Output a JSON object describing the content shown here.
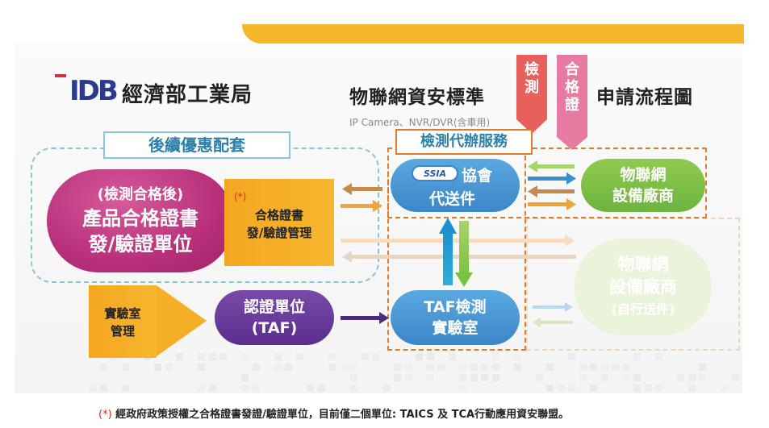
{
  "header": {
    "logo_letters": "IDB",
    "logo_name": "經濟部工業局",
    "title_left": "物聯網資安標準",
    "title_right": "申請流程圖",
    "subtitle": "IP Camera、NVR/DVR(含車用)",
    "tab_test": "檢\n測",
    "tab_cert": "合\n格\n證"
  },
  "groups": {
    "followup_label": "後續優惠配套",
    "agency_label": "檢測代辦服務"
  },
  "nodes": {
    "product_cert_line1": "(檢測合格後)",
    "product_cert_line2": "產品合格證書",
    "product_cert_line3": "發/驗證單位",
    "cert_mgmt_mark": "(*)",
    "cert_mgmt_line1": "合格證書",
    "cert_mgmt_line2": "發/驗證管理",
    "ssia_badge": "SSIA",
    "ssia_line1": "協會",
    "ssia_line2": "代送件",
    "vendor_line1": "物聯網",
    "vendor_line2": "設備廠商",
    "vendor_self_line1": "物聯網",
    "vendor_self_line2": "設備廠商",
    "vendor_self_line3": "(自行送件)",
    "lab_mgmt_line1": "實驗室",
    "lab_mgmt_line2": "管理",
    "accred_line1": "認證單位",
    "accred_line2": "(TAF)",
    "taf_lab_line1": "TAF檢測",
    "taf_lab_line2": "實驗室"
  },
  "footnote": {
    "mark": "(*)",
    "text": " 經政府政策授權之合格證書發證/驗證單位，目前僅二個單位: TAICS 及 TCA行動應用資安聯盟。"
  },
  "colors": {
    "brand_blue": "#2b3990",
    "magenta": "#b8307a",
    "orange": "#f5ae27",
    "sky_blue": "#3b86c8",
    "green": "#6db33f",
    "purple": "#5a2e8e",
    "dash_blue": "#8cc4d8",
    "dash_orange": "#e07b2a"
  }
}
